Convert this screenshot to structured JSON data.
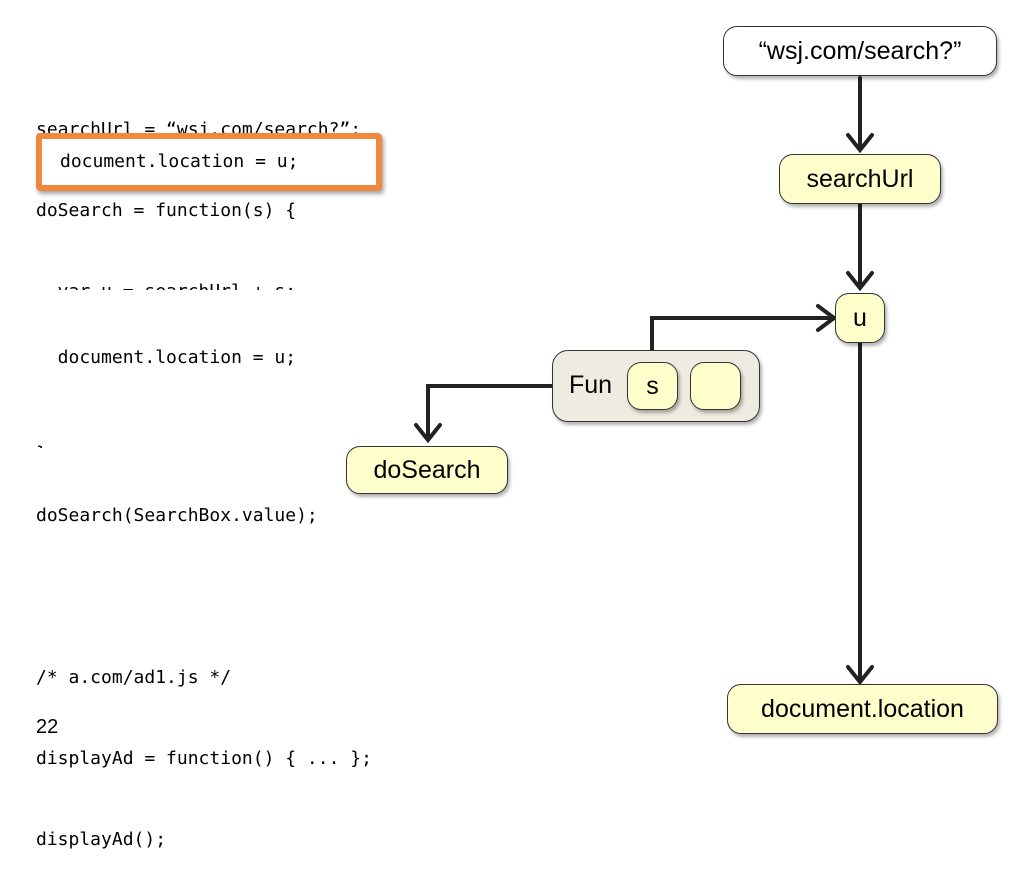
{
  "code": {
    "lines": [
      "searchUrl = “wsj.com/search?”;",
      "doSearch = function(s) {",
      "  var u = searchUrl + s;",
      "  document.location = u;",
      "}",
      "doSearch(SearchBox.value);",
      "",
      "/* a.com/ad1.js */",
      "displayAd = function() { ... };",
      "displayAd();"
    ],
    "highlighted_line": "document.location = u;"
  },
  "nodes": {
    "string_literal": "“wsj.com/search?”",
    "search_url": "searchUrl",
    "u": "u",
    "fun_label": "Fun",
    "fun_param": "s",
    "fun_body": "",
    "do_search": "doSearch",
    "document_location": "document.location"
  },
  "colors": {
    "highlight_border": "#f0883e",
    "node_fill": "#ffffcc",
    "fun_fill": "#eeece1",
    "arrow": "#222222"
  },
  "slide_number": "22"
}
